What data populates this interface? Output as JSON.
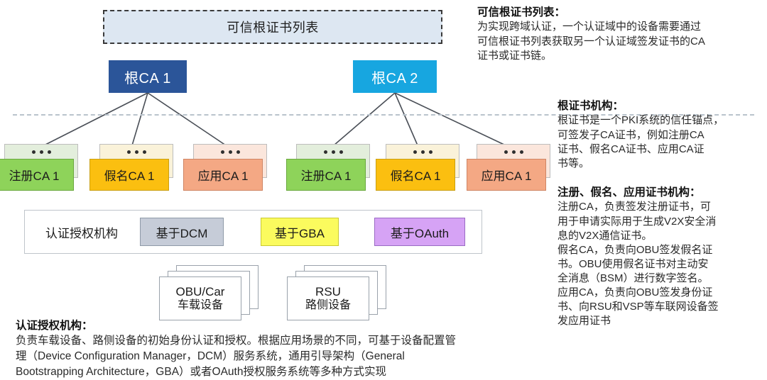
{
  "diagram": {
    "trusted_list": {
      "label": "可信根证书列表"
    },
    "root_cas": [
      {
        "label": "根CA 1",
        "color": "#2b5599"
      },
      {
        "label": "根CA 2",
        "color": "#17a6e0"
      }
    ],
    "sub_ca_groups": [
      {
        "parent": "根CA 1",
        "items": [
          {
            "label": "注册CA 1",
            "kind": "registration",
            "color": "#8ed35a"
          },
          {
            "label": "假名CA 1",
            "kind": "pseudonym",
            "color": "#fbbf10"
          },
          {
            "label": "应用CA 1",
            "kind": "application",
            "color": "#f4a884"
          }
        ]
      },
      {
        "parent": "根CA 2",
        "items": [
          {
            "label": "注册CA 1",
            "kind": "registration",
            "color": "#8ed35a"
          },
          {
            "label": "假名CA 1",
            "kind": "pseudonym",
            "color": "#fbbf10"
          },
          {
            "label": "应用CA 1",
            "kind": "application",
            "color": "#f4a884"
          }
        ]
      }
    ],
    "auth_band": {
      "label": "认证授权机构",
      "chips": [
        {
          "label": "基于DCM",
          "color": "#c6ccd8"
        },
        {
          "label": "基于GBA",
          "color": "#fbfb5e"
        },
        {
          "label": "基于OAuth",
          "color": "#d6a3f5"
        }
      ]
    },
    "devices": [
      {
        "line1": "OBU/Car",
        "line2": "车载设备"
      },
      {
        "line1": "RSU",
        "line2": "路侧设备"
      }
    ]
  },
  "notes": {
    "trusted_list": {
      "heading": "可信根证书列表：",
      "body": "为实现跨域认证，一个认证域中的设备需要通过\n可信根证书列表获取另一个认证域签发证书的CA\n证书或证书链。"
    },
    "root_ca": {
      "heading": "根证书机构：",
      "body": "根证书是一个PKI系统的信任锚点，\n可签发子CA证书，例如注册CA\n证书、假名CA证书、应用CA证\n书等。"
    },
    "sub_ca": {
      "heading": "注册、假名、应用证书机构：",
      "body": "注册CA，负责签发注册证书，可\n用于申请实际用于生成V2X安全消\n息的V2X通信证书。\n假名CA，负责向OBU签发假名证\n书。OBU使用假名证书对主动安\n全消息（BSM）进行数字签名。\n应用CA，负责向OBU签发身份证\n书、向RSU和VSP等车联网设备签\n发应用证书"
    },
    "auth_agency": {
      "heading": "认证授权机构：",
      "body": "负责车载设备、路侧设备的初始身份认证和授权。根据应用场景的不同，可基于设备配置管\n理（Device Configuration Manager，DCM）服务系统，通用引导架构（General\nBootstrapping Architecture，GBA）或者OAuth授权服务系统等多种方式实现"
    }
  }
}
